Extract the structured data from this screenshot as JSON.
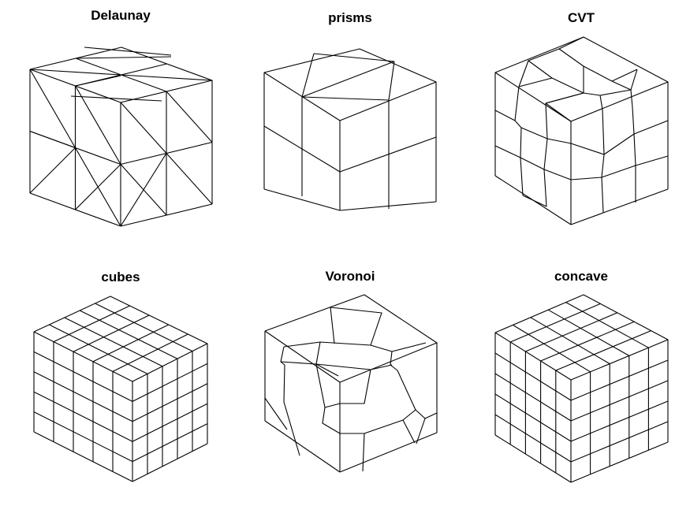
{
  "panels": [
    {
      "title": "Delaunay",
      "kind": "delaunay"
    },
    {
      "title": "prisms",
      "kind": "prisms"
    },
    {
      "title": "CVT",
      "kind": "cvt"
    },
    {
      "title": "cubes",
      "kind": "cubes"
    },
    {
      "title": "Voronoi",
      "kind": "voronoi"
    },
    {
      "title": "concave",
      "kind": "concave"
    }
  ],
  "colors": {
    "line": "#000000",
    "background": "#ffffff"
  }
}
